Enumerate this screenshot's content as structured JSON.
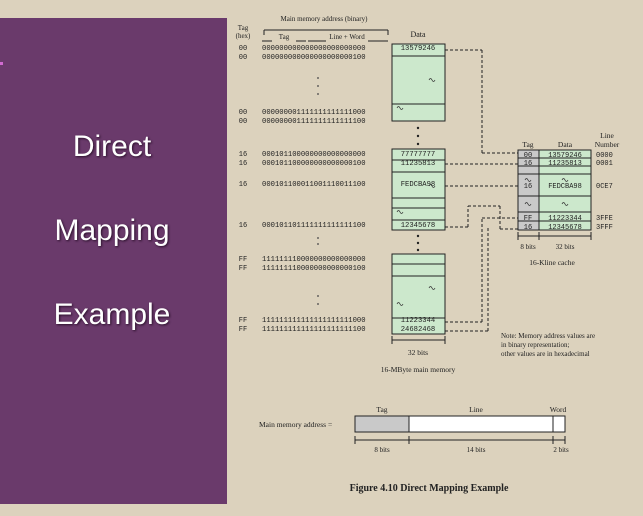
{
  "slide": {
    "title_lines": [
      "Direct",
      "Mapping",
      "Example"
    ],
    "colors": {
      "sidebar": "#6a3a6b",
      "background": "#dcd2bd",
      "cell_fill": "#cce8cc"
    }
  },
  "figure": {
    "header": {
      "tag_hex": [
        "Tag",
        "(hex)"
      ],
      "address_binary": "Main memory address (binary)",
      "tag_label": "Tag",
      "line_word_label": "Line + Word",
      "data_label": "Data"
    },
    "memory_rows": [
      {
        "tag": "00",
        "addr": "000000000000000000000000",
        "data": "13579246"
      },
      {
        "tag": "00",
        "addr": "000000000000000000000100",
        "data": ""
      },
      {
        "tag": "00",
        "addr": "000000001111111111111000",
        "data": ""
      },
      {
        "tag": "00",
        "addr": "000000001111111111111100",
        "data": ""
      },
      {
        "tag": "16",
        "addr": "000101100000000000000000",
        "data": "77777777"
      },
      {
        "tag": "16",
        "addr": "000101100000000000000100",
        "data": "11235813"
      },
      {
        "tag": "16",
        "addr": "000101100011001110011100",
        "data": "FEDCBA98"
      },
      {
        "tag": "16",
        "addr": "000101101111111111111100",
        "data": "12345678"
      },
      {
        "tag": "FF",
        "addr": "111111110000000000000000",
        "data": ""
      },
      {
        "tag": "FF",
        "addr": "111111110000000000000100",
        "data": ""
      },
      {
        "tag": "FF",
        "addr": "111111111111111111111000",
        "data": "11223344"
      },
      {
        "tag": "FF",
        "addr": "111111111111111111111100",
        "data": "24682468"
      }
    ],
    "memory_width": "32 bits",
    "memory_caption": "16-MByte main memory",
    "cache": {
      "tag_header": "Tag",
      "data_header": "Data",
      "line_header": [
        "Line",
        "Number"
      ],
      "rows": [
        {
          "tag": "00",
          "data": "13579246",
          "line": "0000"
        },
        {
          "tag": "16",
          "data": "11235813",
          "line": "0001"
        },
        {
          "tag": "16",
          "data": "FEDCBA98",
          "line": "0CE7"
        },
        {
          "tag": "FF",
          "data": "11223344",
          "line": "3FFE"
        },
        {
          "tag": "16",
          "data": "12345678",
          "line": "3FFF"
        }
      ],
      "tag_width": "8 bits",
      "data_width": "32 bits",
      "caption": "16-Kline cache"
    },
    "note": [
      "Note: Memory address values are",
      "in binary representation;",
      "other values are in hexadecimal"
    ],
    "address_format": {
      "label": "Main memory address =",
      "fields": [
        {
          "name": "Tag",
          "bits": "8 bits"
        },
        {
          "name": "Line",
          "bits": "14 bits"
        },
        {
          "name": "Word",
          "bits": "2 bits"
        }
      ]
    },
    "caption": "Figure 4.10  Direct Mapping Example"
  }
}
